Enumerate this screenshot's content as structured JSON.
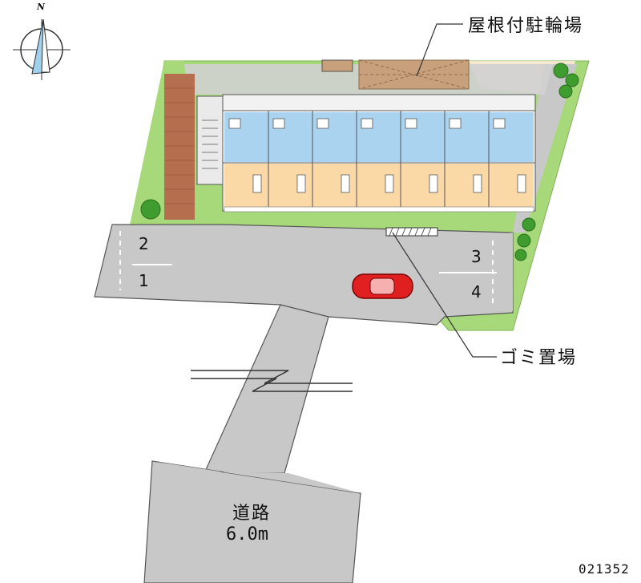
{
  "compass": {
    "north_label": "N",
    "icon": "compass-rose-icon"
  },
  "callouts": {
    "roofed_bicycle_parking": "屋根付駐輪場",
    "garbage_area": "ゴミ置場"
  },
  "parking_spaces": [
    "1",
    "2",
    "3",
    "4"
  ],
  "road": {
    "name": "道路",
    "width": "6.0m"
  },
  "reference_code": "021352",
  "colors": {
    "greenery": "#a7d97a",
    "pavement": "#c8c8c8",
    "brick": "#b56f4e",
    "room_blue": "#a9d3ee",
    "room_orange": "#fbd9a6",
    "car": "#e02020",
    "bike_shelter": "#c9a07c"
  }
}
